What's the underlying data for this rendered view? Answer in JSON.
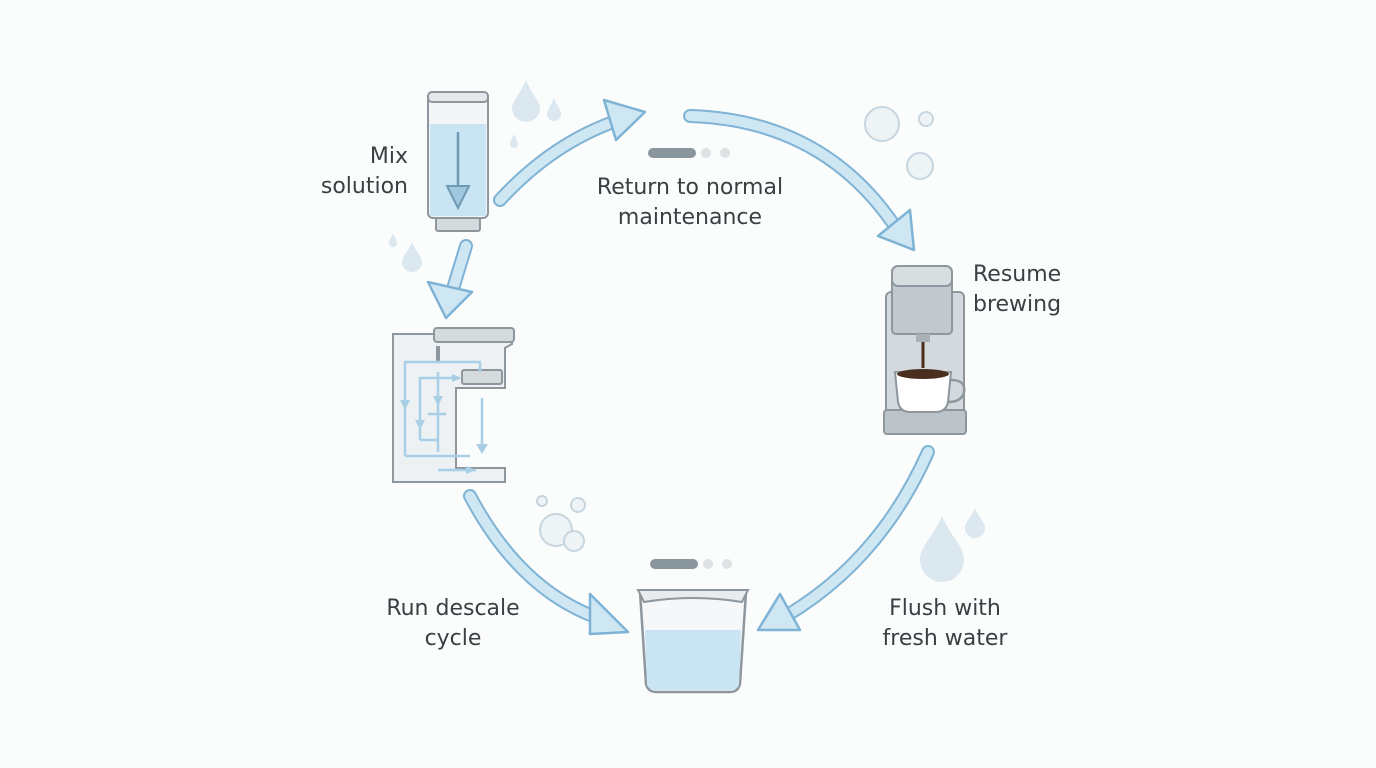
{
  "steps": {
    "mix": {
      "line1": "Mix",
      "line2": "solution"
    },
    "return": {
      "line1": "Return to normal",
      "line2": "maintenance"
    },
    "resume": {
      "line1": "Resume",
      "line2": "brewing"
    },
    "flush": {
      "line1": "Flush with",
      "line2": "fresh water"
    },
    "run": {
      "line1": "Run descale",
      "line2": "cycle"
    }
  },
  "colors": {
    "arrow_fill": "#cfe6f3",
    "arrow_stroke": "#7fb3d6",
    "water": "#c9e4f3",
    "machine_gray": "#c9d0d5",
    "outline": "#8e979e",
    "coffee": "#4a2e1e",
    "text": "#3a3f44"
  }
}
